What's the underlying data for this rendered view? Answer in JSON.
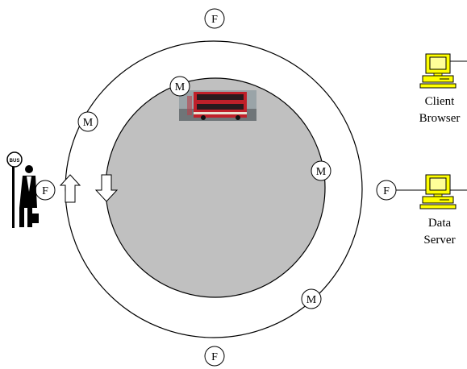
{
  "nodes": {
    "fixed_label": "F",
    "mobile_label": "M"
  },
  "bus_sign": "BUS",
  "computers": [
    {
      "name": "client-browser",
      "line1": "Client",
      "line2": "Browser"
    },
    {
      "name": "data-server",
      "line1": "Data",
      "line2": "Server"
    }
  ],
  "colors": {
    "inner_disc": "#c0c0c0",
    "outline": "#000000",
    "monitor_screen": "#ffff99",
    "monitor_body": "#ffff00",
    "bus_red": "#c0202a"
  }
}
